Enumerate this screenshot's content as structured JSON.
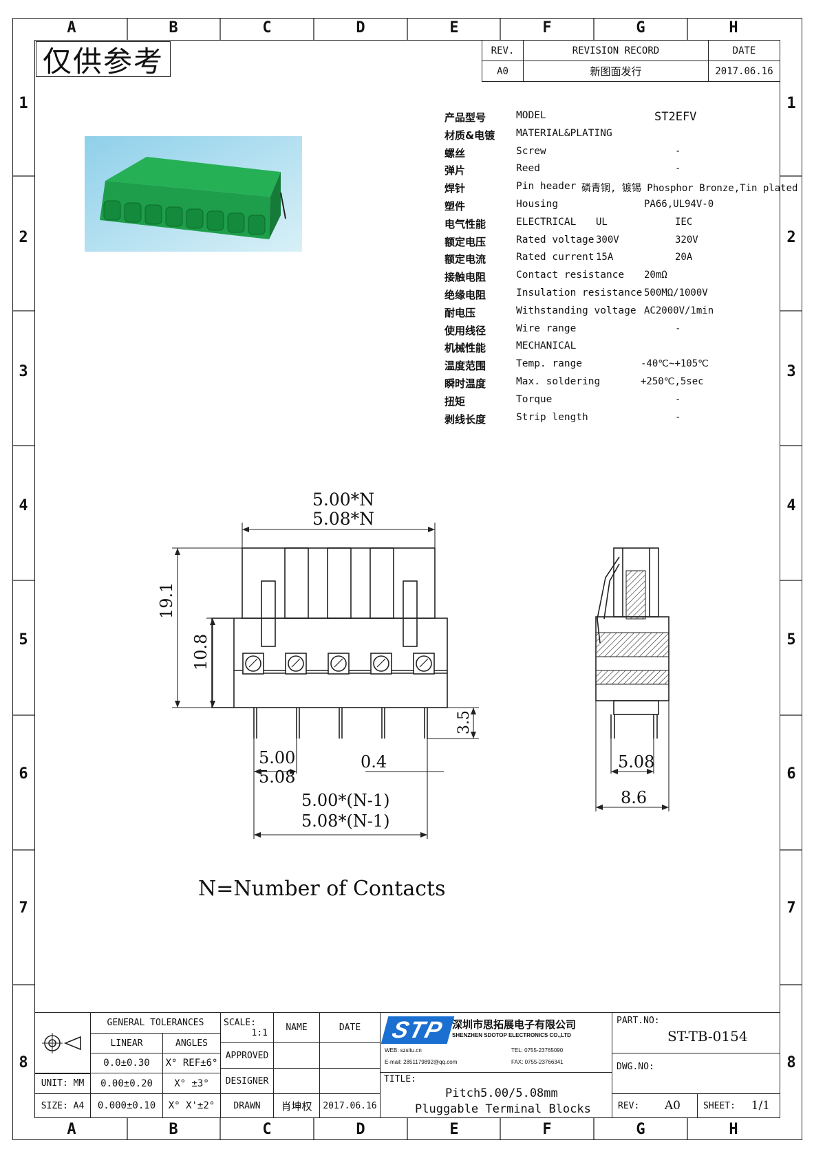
{
  "watermark": "仅供参考",
  "zones": {
    "columns": [
      "A",
      "B",
      "C",
      "D",
      "E",
      "F",
      "G",
      "H"
    ],
    "rows": [
      "1",
      "2",
      "3",
      "4",
      "5",
      "6",
      "7",
      "8"
    ]
  },
  "revision": {
    "headers": [
      "REV.",
      "REVISION RECORD",
      "DATE"
    ],
    "row": [
      "A0",
      "新图面发行",
      "2017.06.16"
    ]
  },
  "specs": [
    {
      "cn": "产品型号",
      "en": "MODEL",
      "v1": "ST2EFV",
      "v2": ""
    },
    {
      "cn": "材质&电镀",
      "en": "MATERIAL&PLATING",
      "v1": "",
      "v2": ""
    },
    {
      "cn": "螺丝",
      "en": "Screw",
      "v1": "",
      "v2": "-"
    },
    {
      "cn": "弹片",
      "en": "Reed",
      "v1": "",
      "v2": "-"
    },
    {
      "cn": "焊针",
      "en": "Pin header",
      "v1": "磷青铜, 镀锡 Phosphor Bronze,Tin plated",
      "v2": ""
    },
    {
      "cn": "塑件",
      "en": "Housing",
      "v1": "PA66,UL94V-0",
      "v2": ""
    },
    {
      "cn": "电气性能",
      "en": "ELECTRICAL",
      "v1": "UL",
      "v2": "IEC"
    },
    {
      "cn": "额定电压",
      "en": "Rated voltage",
      "v1": "300V",
      "v2": "320V"
    },
    {
      "cn": "额定电流",
      "en": "Rated current",
      "v1": "15A",
      "v2": "20A"
    },
    {
      "cn": "接触电阻",
      "en": "Contact resistance",
      "v1": "20mΩ",
      "v2": ""
    },
    {
      "cn": "绝缘电阻",
      "en": "Insulation resistance",
      "v1": "500MΩ/1000V",
      "v2": ""
    },
    {
      "cn": "耐电压",
      "en": "Withstanding voltage",
      "v1": "AC2000V/1min",
      "v2": ""
    },
    {
      "cn": "使用线径",
      "en": "Wire range",
      "v1": "",
      "v2": "-"
    },
    {
      "cn": "机械性能",
      "en": "MECHANICAL",
      "v1": "",
      "v2": ""
    },
    {
      "cn": "温度范围",
      "en": "Temp. range",
      "v1": "-40℃~+105℃",
      "v2": ""
    },
    {
      "cn": "瞬时温度",
      "en": "Max. soldering",
      "v1": "+250℃,5sec",
      "v2": ""
    },
    {
      "cn": "扭矩",
      "en": "Torque",
      "v1": "",
      "v2": "-"
    },
    {
      "cn": "剥线长度",
      "en": "Strip length",
      "v1": "",
      "v2": "-"
    }
  ],
  "dimensions": {
    "top1": "5.00*N",
    "top2": "5.08*N",
    "height_total": "19.1",
    "height_body": "10.8",
    "pin_length": "3.5",
    "pitch1": "5.00",
    "pitch2": "5.08",
    "pin_width": "0.4",
    "span1": "5.00*(N-1)",
    "span2": "5.08*(N-1)",
    "side_pitch": "5.08",
    "side_width": "8.6"
  },
  "note": "N=Number of Contacts",
  "title_block": {
    "general_tolerances": "GENERAL TOLERANCES",
    "linear": "LINEAR",
    "angles": "ANGLES",
    "tol_rows": [
      {
        "l": "0.0±0.30",
        "a": "X° REF±6°"
      },
      {
        "l": "0.00±0.20",
        "a": "X° ±3°"
      },
      {
        "l": "0.000±0.10",
        "a": "X° X'±2°"
      }
    ],
    "unit_label": "UNIT: MM",
    "size_label": "SIZE: A4",
    "scale_label": "SCALE:",
    "scale_value": "1:1",
    "name": "NAME",
    "date": "DATE",
    "approved": "APPROVED",
    "designer": "DESIGNER",
    "drawn": "DRAWN",
    "drawn_name": "肖坤权",
    "drawn_date": "2017.06.16",
    "company_cn": "深圳市思拓展电子有限公司",
    "company_en": "SHENZHEN SDOTOP ELECTRONICS CO.,LTD",
    "logo_text": "STP",
    "contact1": "WEB: szsitu.cn",
    "contact2": "TEL: 0755-23765090",
    "contact3": "E-mail: 2851179892@qq.com",
    "contact4": "FAX: 0755-23766341",
    "title_label": "TITLE:",
    "title_line1": "Pitch5.00/5.08mm",
    "title_line2": "Pluggable Terminal Blocks",
    "part_no_label": "PART.NO:",
    "part_no": "ST-TB-0154",
    "dwg_no_label": "DWG.NO:",
    "rev_label": "REV:",
    "rev_value": "A0",
    "sheet_label": "SHEET:",
    "sheet_value": "1/1"
  },
  "colors": {
    "line": "#222222",
    "product_green": "#1e9e4a",
    "product_bg": "#bfe3f0",
    "logo_blue": "#1a6fd0"
  }
}
